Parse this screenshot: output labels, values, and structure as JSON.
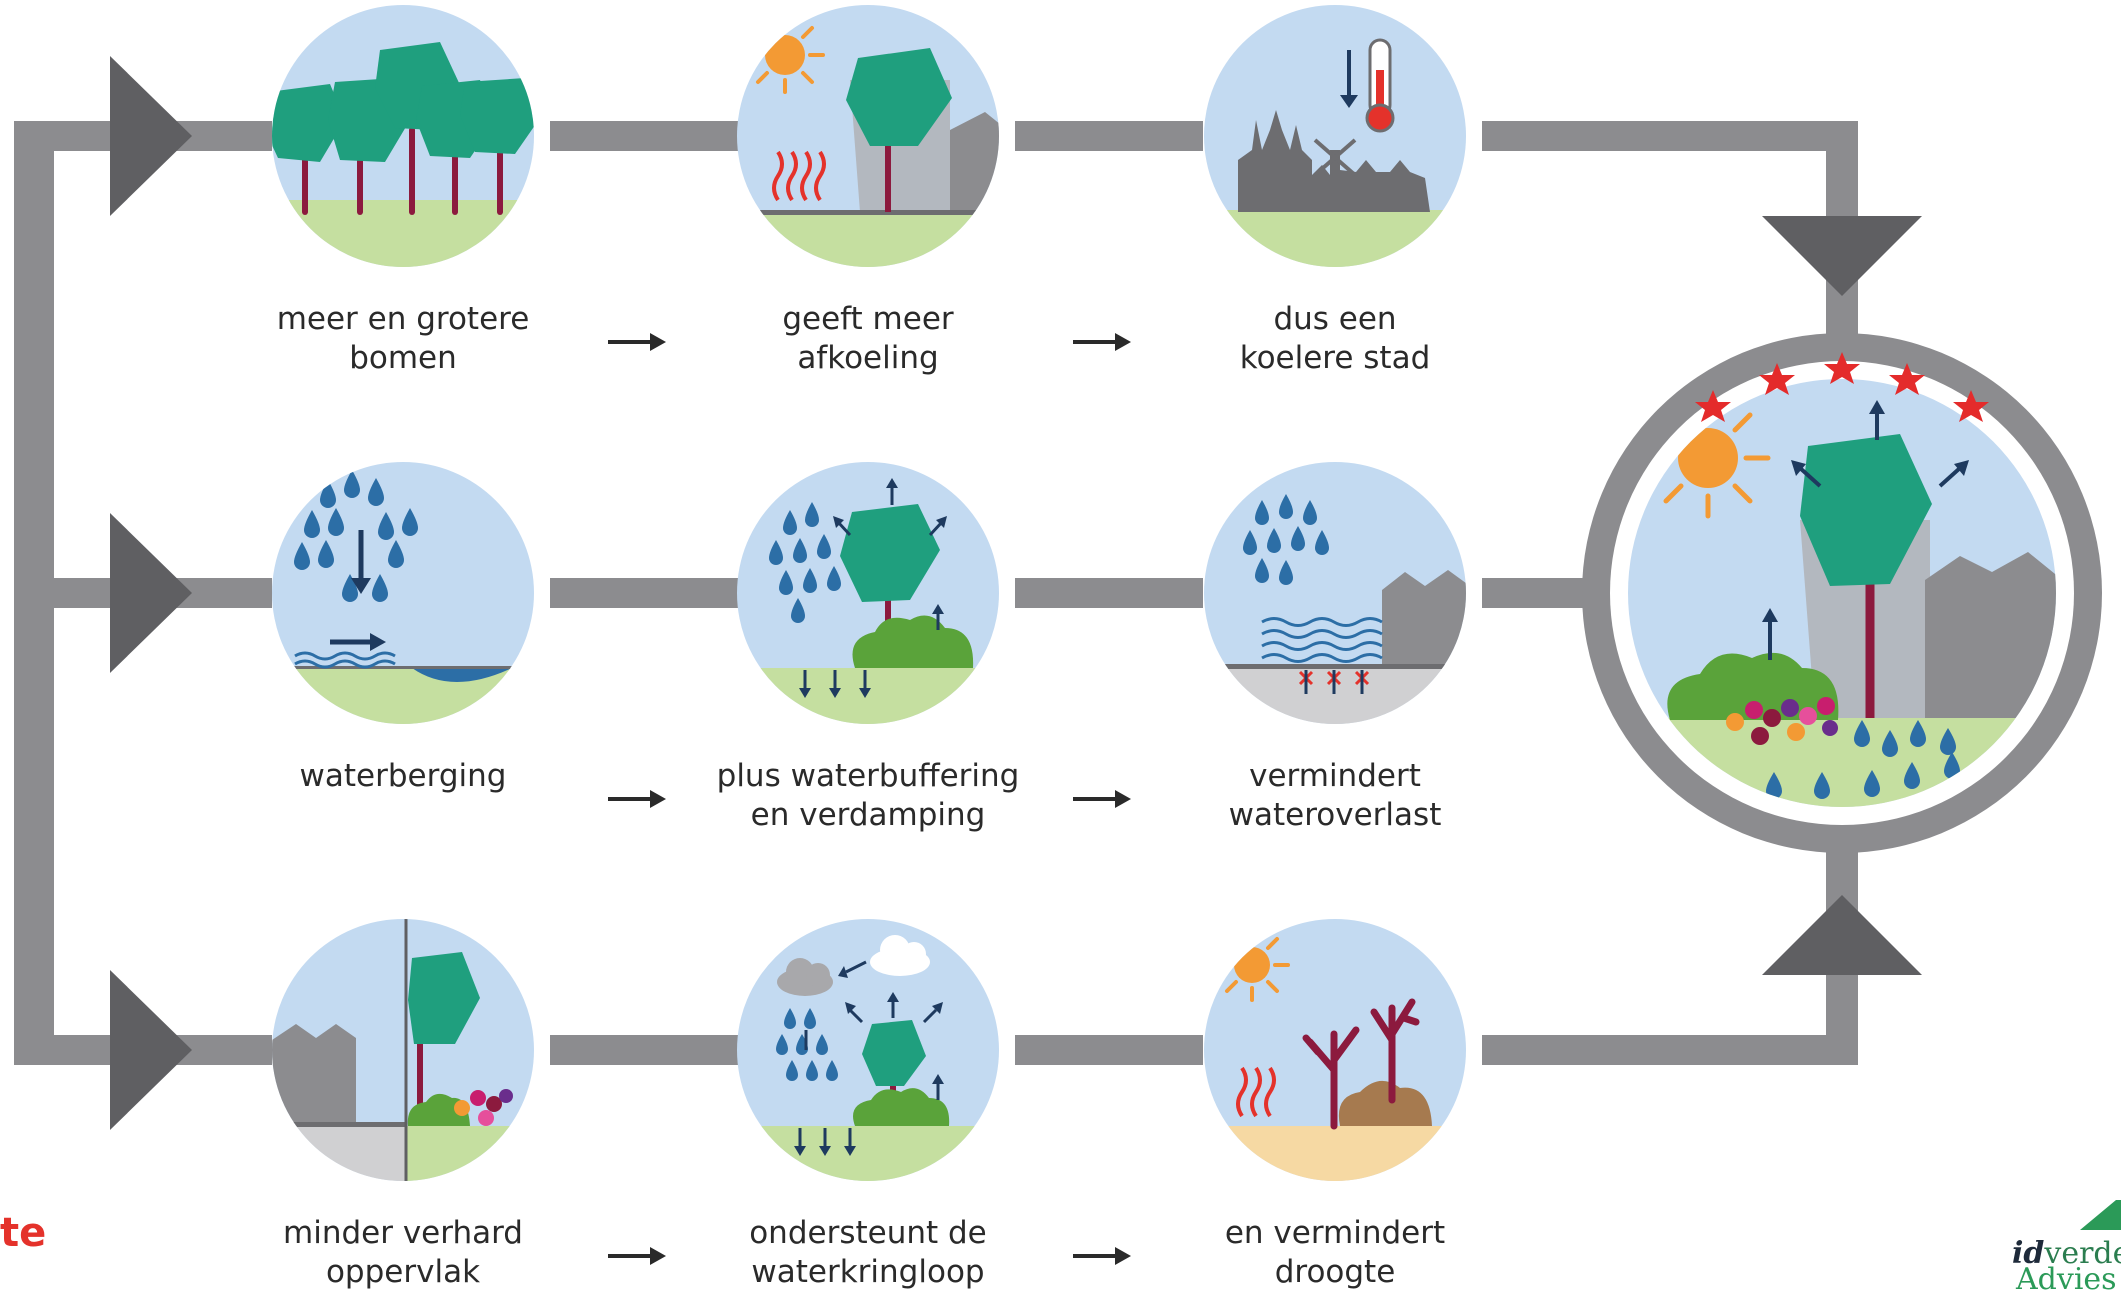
{
  "rows": [
    {
      "id": "cooling",
      "steps": [
        {
          "icon": "trees-icon",
          "lines": [
            "meer en grotere",
            "bomen"
          ]
        },
        {
          "icon": "tree-cooling-icon",
          "lines": [
            "geeft meer",
            "afkoeling"
          ]
        },
        {
          "icon": "cool-city-thermometer-icon",
          "lines": [
            "dus een",
            "koelere stad"
          ]
        }
      ]
    },
    {
      "id": "water",
      "steps": [
        {
          "icon": "rain-storage-icon",
          "lines": [
            "waterberging"
          ]
        },
        {
          "icon": "rain-tree-evaporation-icon",
          "lines": [
            "plus waterbuffering",
            "en verdamping"
          ]
        },
        {
          "icon": "rain-flood-reduction-icon",
          "lines": [
            "vermindert",
            "wateroverlast"
          ]
        }
      ]
    },
    {
      "id": "drought",
      "steps": [
        {
          "icon": "paved-vs-green-icon",
          "lines": [
            "minder verhard",
            "oppervlak"
          ]
        },
        {
          "icon": "water-cycle-icon",
          "lines": [
            "ondersteunt de",
            "waterkringloop"
          ]
        },
        {
          "icon": "dry-trees-drought-icon",
          "lines": [
            "en vermindert",
            "droogte"
          ]
        }
      ]
    }
  ],
  "result": {
    "icon": "green-city-result-icon",
    "stars": 5
  },
  "branding": {
    "left_text": "te",
    "right_line1_a": "id",
    "right_line1_b": "verde",
    "right_line2": "Advies"
  },
  "colors": {
    "sky": "#c3daf1",
    "grass": "#c5dfa0",
    "pipe": "#8c8c8f",
    "pipe_arrow": "#5f5f62",
    "tree": "#1f9f7e",
    "trunk": "#8c1a3e",
    "sun": "#f39a34",
    "water": "#2c6ea6",
    "heat": "#e4322b",
    "star": "#e42b2b",
    "building": "#8c8c8f",
    "bush": "#5aa33a",
    "sand": "#f6d9a3"
  }
}
